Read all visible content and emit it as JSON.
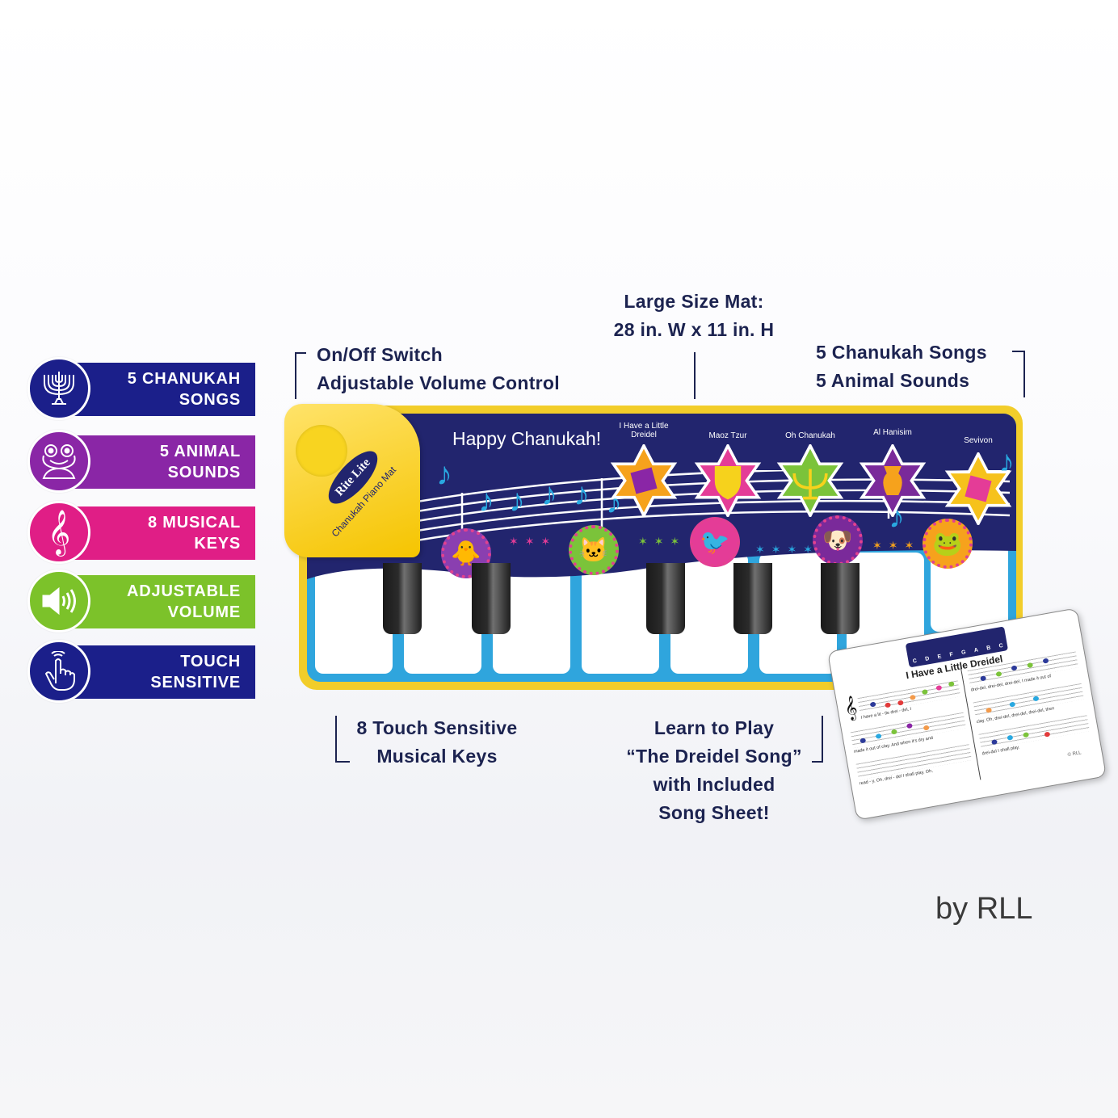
{
  "features": [
    {
      "label_line1": "5 CHANUKAH",
      "label_line2": "SONGS",
      "icon": "menorah-icon",
      "color": "#1b1f8a"
    },
    {
      "label_line1": "5 ANIMAL",
      "label_line2": "SOUNDS",
      "icon": "frog-icon",
      "color": "#8a26a6"
    },
    {
      "label_line1": "8 MUSICAL",
      "label_line2": "KEYS",
      "icon": "treble-clef-icon",
      "color": "#e01e86"
    },
    {
      "label_line1": "ADJUSTABLE",
      "label_line2": "VOLUME",
      "icon": "speaker-volume-icon",
      "color": "#7cc22a"
    },
    {
      "label_line1": "TOUCH",
      "label_line2": "SENSITIVE",
      "icon": "touch-finger-icon",
      "color": "#1b1f8a"
    }
  ],
  "callouts": {
    "size": {
      "line1": "Large Size Mat:",
      "line2": "28 in. W x 11 in. H"
    },
    "switch": {
      "line1": "On/Off Switch",
      "line2": "Adjustable Volume Control"
    },
    "songs": {
      "line1": "5 Chanukah Songs",
      "line2": "5 Animal Sounds"
    },
    "keys": {
      "line1": "8 Touch Sensitive",
      "line2": "Musical Keys"
    },
    "learn": {
      "line1": "Learn to Play",
      "line2": "“The Dreidel Song”",
      "line3": "with Included",
      "line4": "Song Sheet!"
    }
  },
  "mat": {
    "brand": "Rite Lite",
    "product": "Chanukah Piano Mat",
    "greeting": "Happy Chanukah!",
    "songs": [
      "I Have a Little Dreidel",
      "Maoz Tzur",
      "Oh Chanukah",
      "Al Hanisim",
      "Sevivon"
    ],
    "song_icons": [
      "◆",
      "✡",
      "✦",
      "⚱",
      "◆"
    ],
    "song_colors": [
      "#f6a21c",
      "#e43c97",
      "#7bc33a",
      "#7a2a9a",
      "#f6c21c"
    ],
    "animals": [
      "🐥",
      "🐱",
      "🐦",
      "🐶",
      "🐸"
    ],
    "white_keys": 8,
    "black_keys": 5
  },
  "song_sheet": {
    "title": "I Have a Little Dreidel",
    "key_letters": [
      "C",
      "D",
      "E",
      "F",
      "G",
      "A",
      "B",
      "C"
    ],
    "lyrics": [
      "I have a lit - tle drei - del, I",
      "made it out of clay. And when it's dry and",
      "read - y, Oh, drei - del I shall play. Oh,",
      "drei-del, drei-del, drei-del, I made it out of",
      "clay. Oh, drei-del, drei-del, drei-del, then",
      "drei-del I shall play."
    ],
    "copyright": "© RLL"
  },
  "credit": "by RLL"
}
